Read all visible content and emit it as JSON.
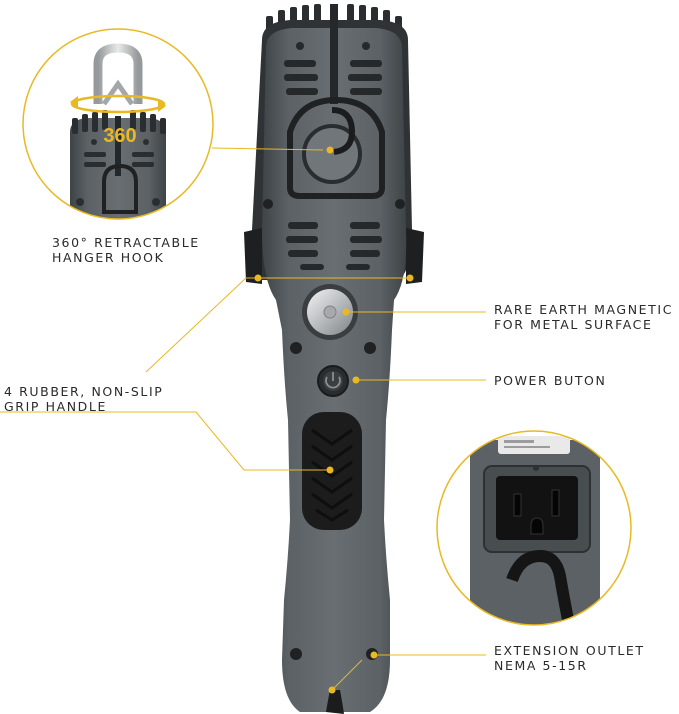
{
  "callouts": {
    "hook": {
      "line1": "360° RETRACTABLE",
      "line2": "HANGER HOOK",
      "badge": "360"
    },
    "magnet": {
      "line1": "RARE EARTH MAGNETIC",
      "line2": "FOR METAL SURFACE"
    },
    "power": {
      "line1": "POWER BUTON"
    },
    "grip": {
      "line1": "4 RUBBER, NON-SLIP",
      "line2": "GRIP HANDLE"
    },
    "outlet": {
      "line1": "EXTENSION OUTLET",
      "line2": "NEMA 5-15R"
    }
  },
  "colors": {
    "accent": "#e8b923",
    "body": "#5e6468",
    "body_dark": "#3c4043",
    "rubber": "#1c1c1c",
    "text": "#2a2a2a"
  }
}
